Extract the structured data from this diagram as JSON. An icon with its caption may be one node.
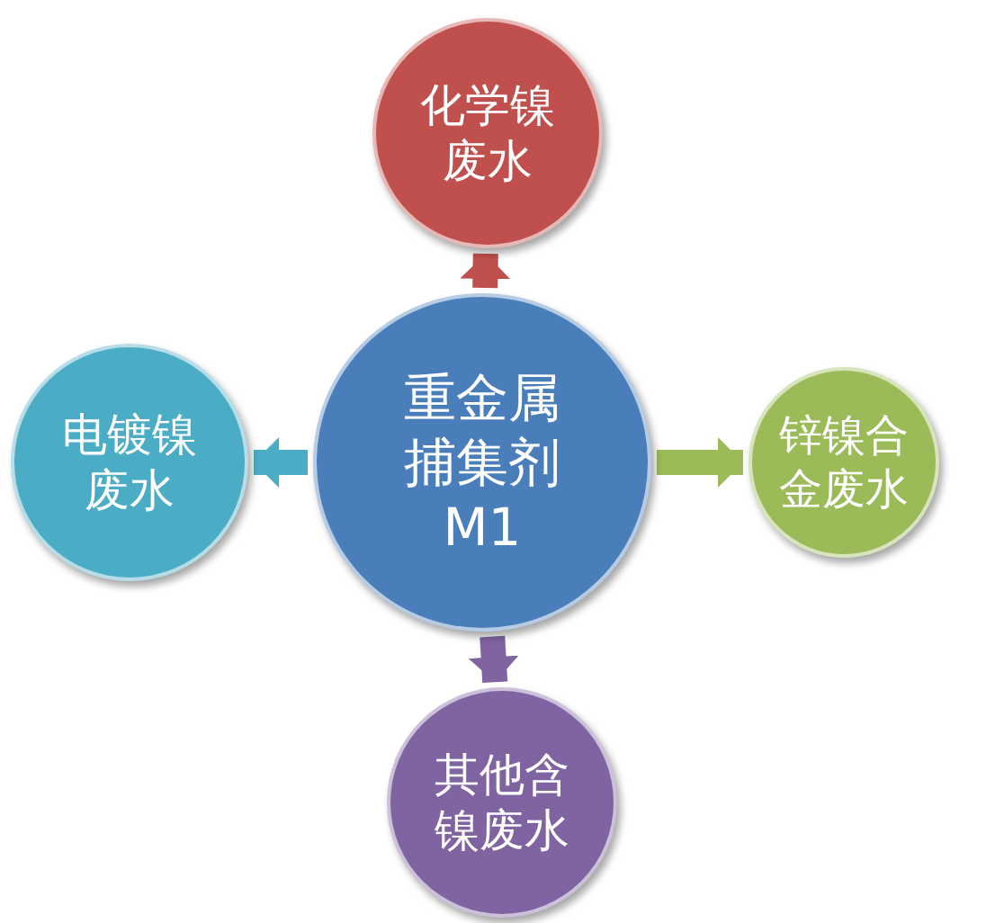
{
  "diagram": {
    "nodes": [
      {
        "text": [
          "重金属捕集剂M1"
        ]
      },
      {
        "text": [
          "化学镍废水"
        ]
      },
      {
        "text": [
          "锌镍合金废水"
        ]
      },
      {
        "text": [
          "其他含镍废水"
        ]
      },
      {
        "text": [
          "电镀镍废水"
        ]
      }
    ],
    "edges": [
      {
        "from": 0,
        "to": 1,
        "arrow": "to",
        "color": "#c0504d"
      },
      {
        "from": 0,
        "to": 2,
        "arrow": "to",
        "color": "#9bbb59"
      },
      {
        "from": 0,
        "to": 3,
        "arrow": "to",
        "color": "#8064a2"
      },
      {
        "from": 0,
        "to": 4,
        "arrow": "to",
        "color": "#4bacc6"
      }
    ]
  }
}
